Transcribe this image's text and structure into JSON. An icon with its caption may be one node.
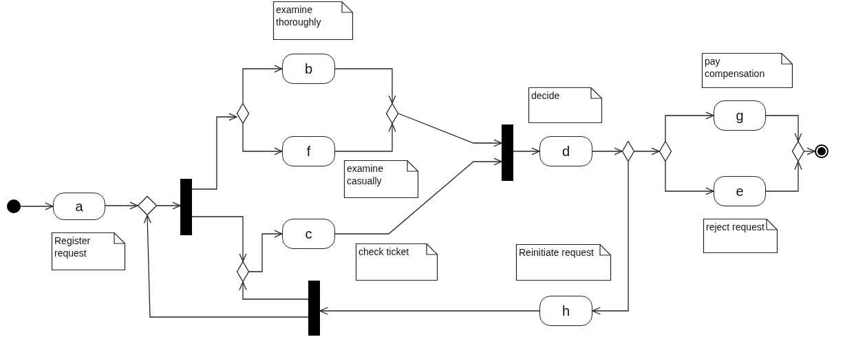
{
  "diagram": {
    "nodes": [
      {
        "text": [],
        "shape": "circle"
      },
      {
        "text": [
          "a"
        ]
      },
      {
        "text": [
          "Register request"
        ]
      },
      {
        "text": [],
        "shape": "diamond"
      },
      {
        "text": [],
        "shape": "bar"
      },
      {
        "text": [],
        "shape": "diamond"
      },
      {
        "text": [
          "b"
        ]
      },
      {
        "text": [
          "examine thoroughly"
        ]
      },
      {
        "text": [
          "f"
        ]
      },
      {
        "text": [
          "examine casually"
        ]
      },
      {
        "text": [],
        "shape": "diamond"
      },
      {
        "text": [],
        "shape": "diamond"
      },
      {
        "text": [
          "c"
        ]
      },
      {
        "text": [
          "check ticket"
        ]
      },
      {
        "text": [],
        "shape": "bar"
      },
      {
        "text": [
          "d"
        ]
      },
      {
        "text": [
          "decide"
        ]
      },
      {
        "text": [],
        "shape": "diamond"
      },
      {
        "text": [],
        "shape": "diamond"
      },
      {
        "text": [
          "g"
        ]
      },
      {
        "text": [
          "pay compensation"
        ]
      },
      {
        "text": [
          "e"
        ]
      },
      {
        "text": [
          "reject request"
        ]
      },
      {
        "text": [],
        "shape": "diamond"
      },
      {
        "text": [],
        "shape": "circle"
      },
      {
        "text": [
          "h"
        ]
      },
      {
        "text": [
          "Reinitiate request"
        ]
      },
      {
        "text": [],
        "shape": "bar"
      }
    ],
    "edges": [
      {
        "from": 0,
        "to": 1,
        "arrow": "to"
      },
      {
        "from": 1,
        "to": 3,
        "arrow": "to"
      },
      {
        "from": 3,
        "to": 4,
        "arrow": "to"
      },
      {
        "from": 4,
        "to": 5,
        "arrow": "to"
      },
      {
        "from": 5,
        "to": 6,
        "arrow": "to"
      },
      {
        "from": 5,
        "to": 8,
        "arrow": "to"
      },
      {
        "from": 6,
        "to": 10,
        "arrow": "to"
      },
      {
        "from": 8,
        "to": 10,
        "arrow": "to"
      },
      {
        "from": 10,
        "to": 14,
        "arrow": "to"
      },
      {
        "from": 4,
        "to": 11,
        "arrow": "to"
      },
      {
        "from": 11,
        "to": 12,
        "arrow": "to"
      },
      {
        "from": 12,
        "to": 14,
        "arrow": "to"
      },
      {
        "from": 14,
        "to": 15,
        "arrow": "to"
      },
      {
        "from": 15,
        "to": 17,
        "arrow": "to"
      },
      {
        "from": 17,
        "to": 18,
        "arrow": "to"
      },
      {
        "from": 18,
        "to": 19,
        "arrow": "to"
      },
      {
        "from": 18,
        "to": 21,
        "arrow": "to"
      },
      {
        "from": 19,
        "to": 23,
        "arrow": "to"
      },
      {
        "from": 21,
        "to": 23,
        "arrow": "to"
      },
      {
        "from": 23,
        "to": 24,
        "arrow": "to"
      },
      {
        "from": 17,
        "to": 25,
        "arrow": "to"
      },
      {
        "from": 25,
        "to": 27,
        "arrow": "to"
      },
      {
        "from": 27,
        "to": 11,
        "arrow": "to"
      },
      {
        "from": 27,
        "to": 3,
        "arrow": "to"
      }
    ]
  }
}
